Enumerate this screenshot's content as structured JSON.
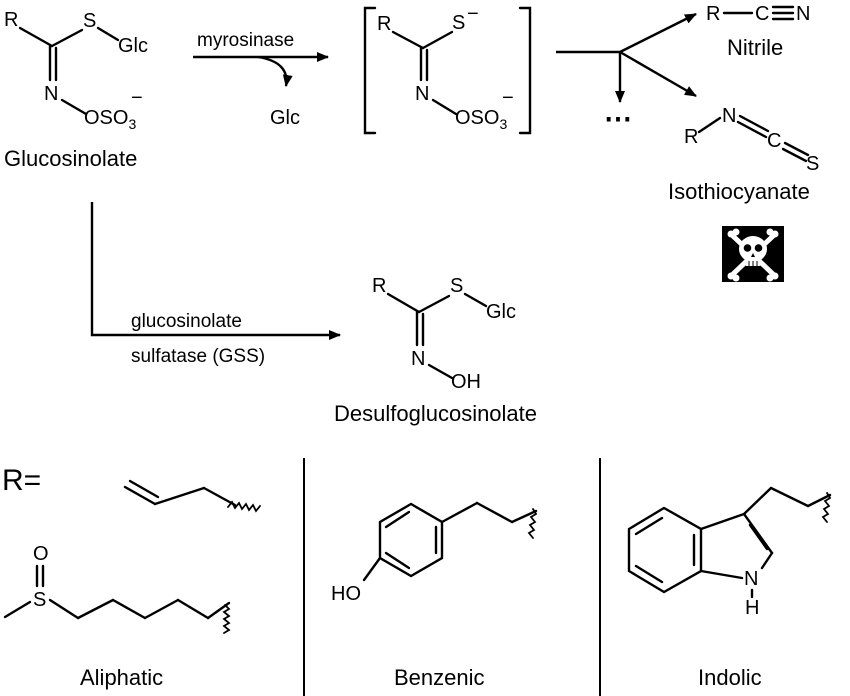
{
  "atoms": {
    "R": "R",
    "S": "S",
    "S_minus": "S",
    "minus": "−",
    "Glc": "Glc",
    "N": "N",
    "O": "O",
    "OSO": "OSO",
    "three": "3",
    "C": "C",
    "OH": "OH",
    "HO": "HO",
    "H": "H"
  },
  "labels": {
    "glucosinolate": "Glucosinolate",
    "desulfoglucosinolate": "Desulfoglucosinolate",
    "nitrile": "Nitrile",
    "isothiocyanate": "Isothiocyanate",
    "aliphatic": "Aliphatic",
    "benzenic": "Benzenic",
    "indolic": "Indolic",
    "r_equals": "R="
  },
  "arrows": {
    "myrosinase": "myrosinase",
    "glc_released": "Glc",
    "gss_line1": "glucosinolate",
    "gss_line2": "sulfatase (GSS)",
    "ellipsis": "⋯"
  }
}
